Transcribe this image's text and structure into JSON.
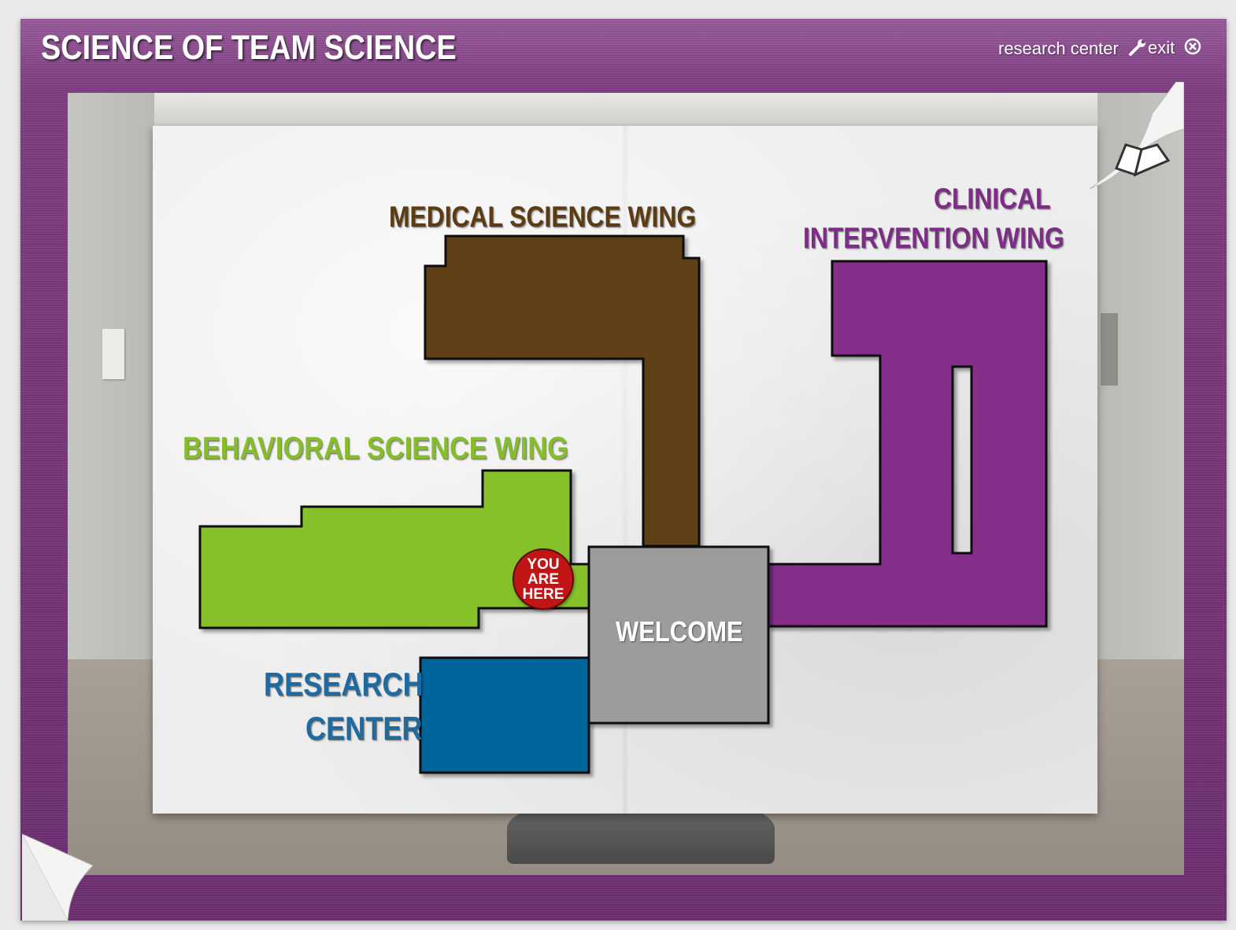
{
  "header": {
    "title": "SCIENCE OF TEAM SCIENCE",
    "research_center_link": "research center",
    "exit_link": "exit"
  },
  "map": {
    "medical_wing_label": "MEDICAL SCIENCE WING",
    "clinical_wing_label_line1": "CLINICAL",
    "clinical_wing_label_line2": "INTERVENTION WING",
    "behavioral_wing_label": "BEHAVIORAL SCIENCE WING",
    "research_center_label_line1": "RESEARCH",
    "research_center_label_line2": "CENTER",
    "welcome_label": "WELCOME",
    "you_are_here": [
      "YOU",
      "ARE",
      "HERE"
    ]
  },
  "colors": {
    "frame": "#7a3b7e",
    "medical": "#5e3f12",
    "clinical": "#862d8c",
    "behavioral": "#86c12b",
    "research": "#00659b",
    "welcome": "#9c9c9c",
    "marker": "#c11515"
  },
  "icons": {
    "research_center": "wrench-icon",
    "exit": "close-circle-icon",
    "book": "open-book-icon"
  }
}
